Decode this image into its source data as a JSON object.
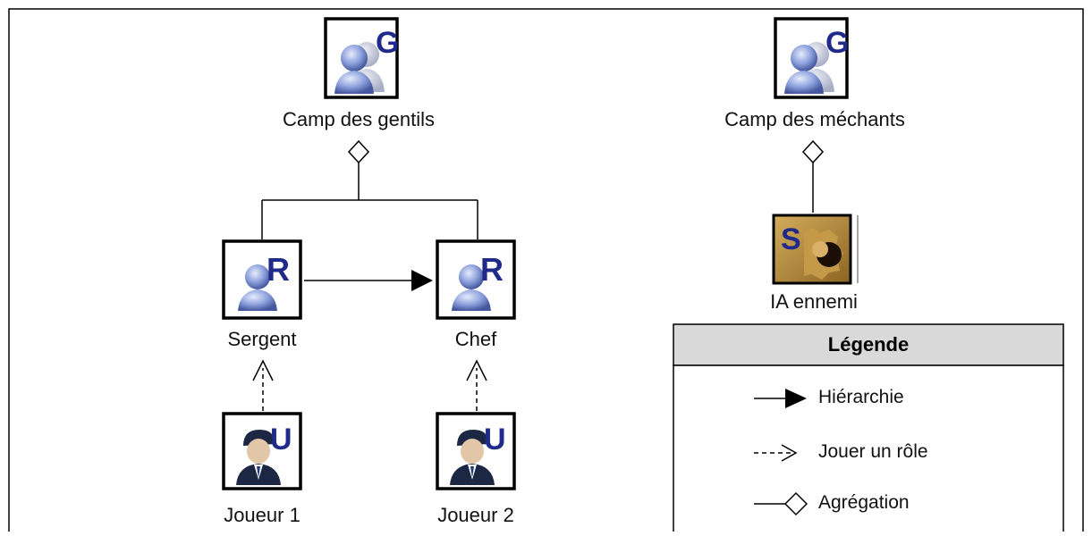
{
  "groups": {
    "good": {
      "label": "Camp des gentils",
      "badge": "G"
    },
    "bad": {
      "label": "Camp des méchants",
      "badge": "G"
    }
  },
  "roles": {
    "sergent": {
      "label": "Sergent",
      "badge": "R"
    },
    "chef": {
      "label": "Chef",
      "badge": "R"
    }
  },
  "users": {
    "joueur1": {
      "label": "Joueur 1",
      "badge": "U"
    },
    "joueur2": {
      "label": "Joueur 2",
      "badge": "U"
    }
  },
  "system": {
    "label": "IA ennemi",
    "badge": "S"
  },
  "legend": {
    "title": "Légende",
    "hierarchy": "Hiérarchie",
    "play_role": "Jouer un rôle",
    "aggregation": "Agrégation"
  },
  "colors": {
    "badge_blue": "#1f2a8a",
    "figure_blue": "#6f84c8",
    "user_dark": "#1c2744",
    "legend_header": "#d9d9d9",
    "system_gold": "#b58a36"
  }
}
